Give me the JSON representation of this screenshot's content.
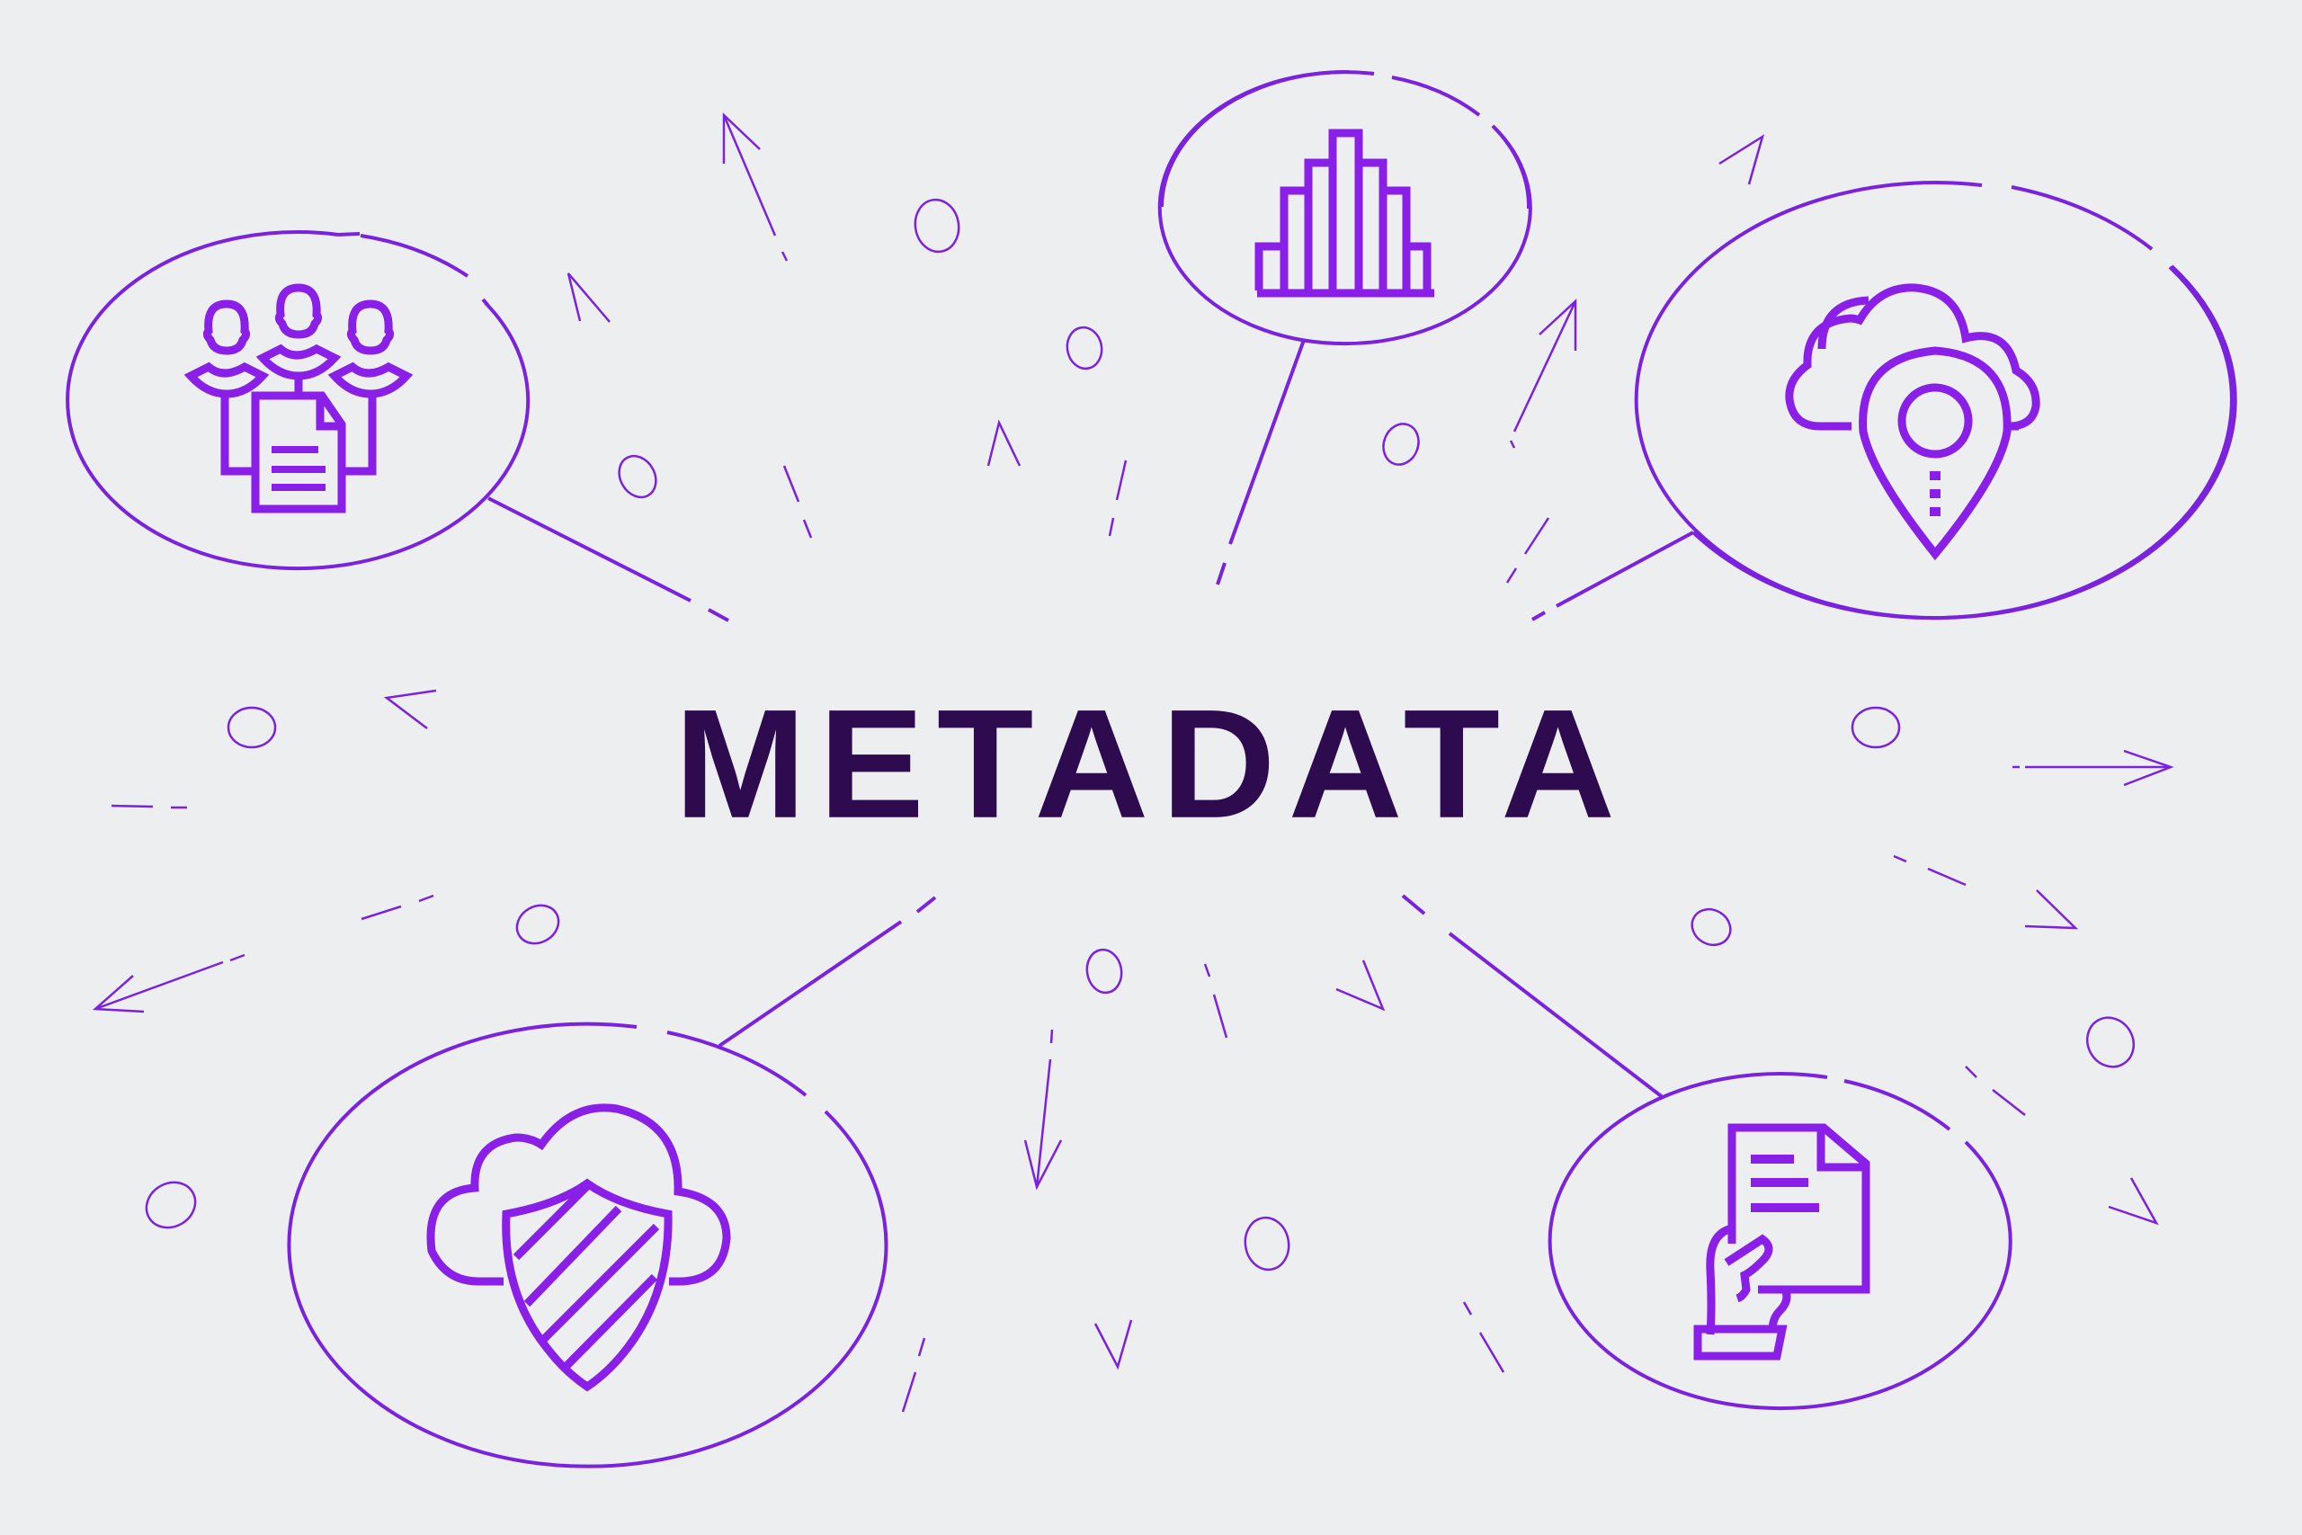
{
  "title": "METADATA",
  "colors": {
    "background": "#ECEEF0",
    "title": "#2E0A4F",
    "accent": "#8A1FE8",
    "lines": "#7A22DE"
  },
  "nodes": [
    {
      "id": "top-left",
      "icon": "people-document-icon",
      "meaning": "team sharing a document"
    },
    {
      "id": "top-center",
      "icon": "bar-chart-icon",
      "meaning": "histogram / statistics"
    },
    {
      "id": "top-right",
      "icon": "cloud-location-pin-icon",
      "meaning": "cloud with location pin"
    },
    {
      "id": "bottom-left",
      "icon": "cloud-shield-icon",
      "meaning": "cloud security shield"
    },
    {
      "id": "bottom-right",
      "icon": "hand-holding-document-icon",
      "meaning": "hand holding a document"
    }
  ]
}
